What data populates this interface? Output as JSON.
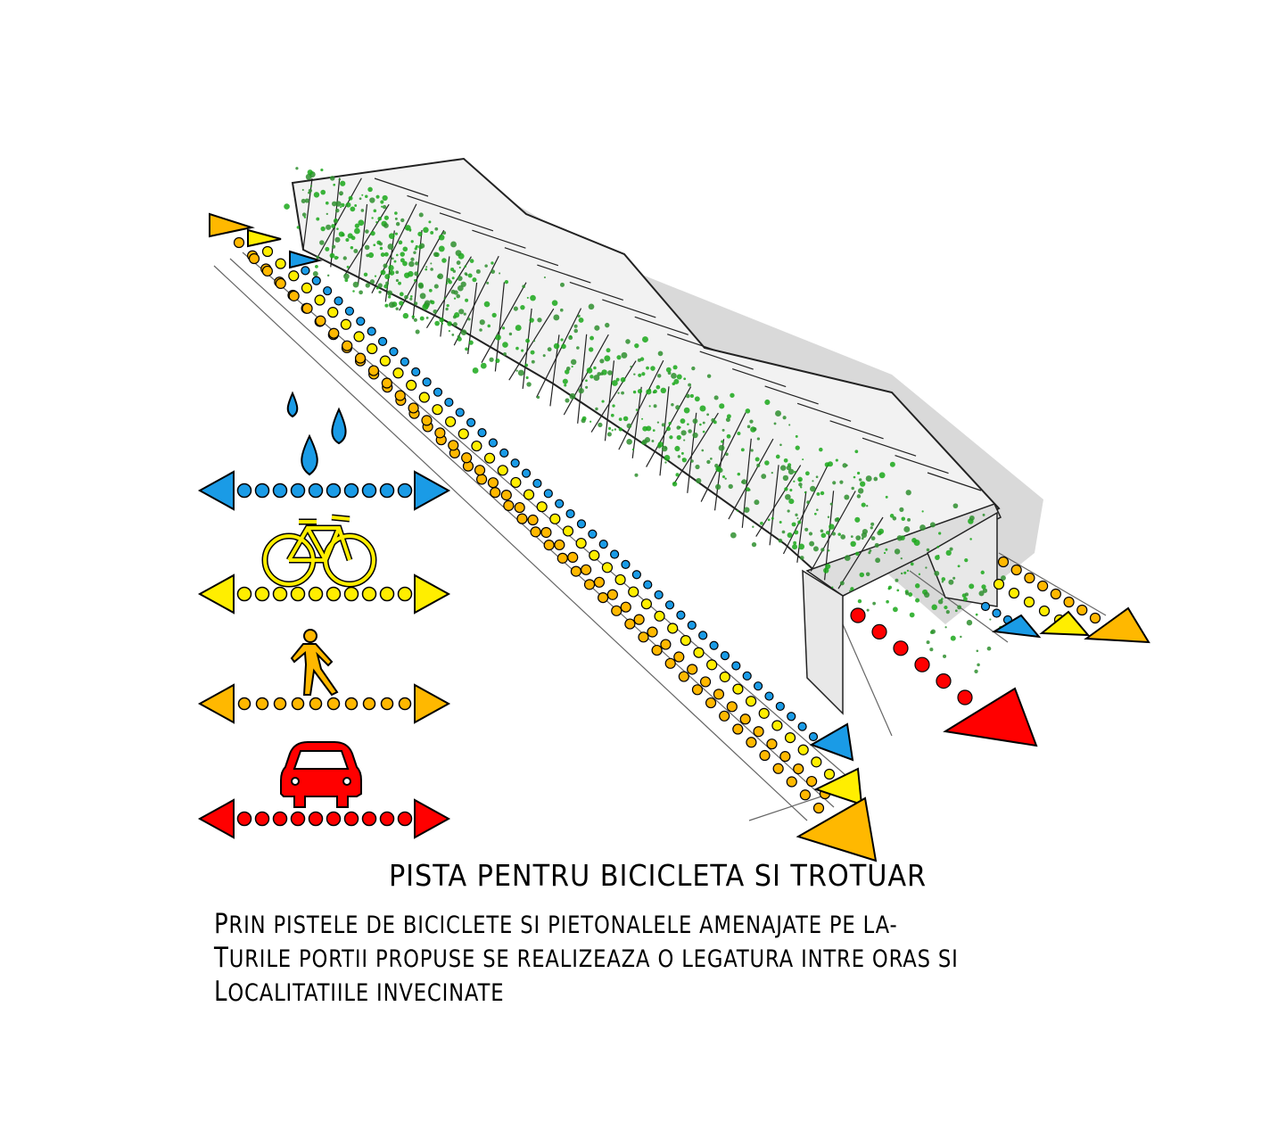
{
  "title": "PISTA PENTRU BICICLETA SI TROTUAR",
  "description_lines": [
    "PRIN PISTELE DE BICICLETE SI PIETONALELE AMENAJATE PE LA-",
    "TURILE PORTII PROPUSE SE REALIZEAZA O LEGATURA INTRE ORAS SI",
    "LOCALITATIILE INVECINATE"
  ],
  "legend": [
    {
      "name": "water",
      "icon": "water-drops-icon",
      "color": "#1a9be6"
    },
    {
      "name": "bicycle",
      "icon": "bicycle-icon",
      "color": "#ffee00"
    },
    {
      "name": "pedestrian",
      "icon": "pedestrian-icon",
      "color": "#ffb800"
    },
    {
      "name": "car",
      "icon": "car-icon",
      "color": "#ff0000"
    }
  ],
  "colors": {
    "vegetation": "#2f8f2f",
    "structure": "#e6e6e6",
    "shadow": "#c8c8c8"
  }
}
